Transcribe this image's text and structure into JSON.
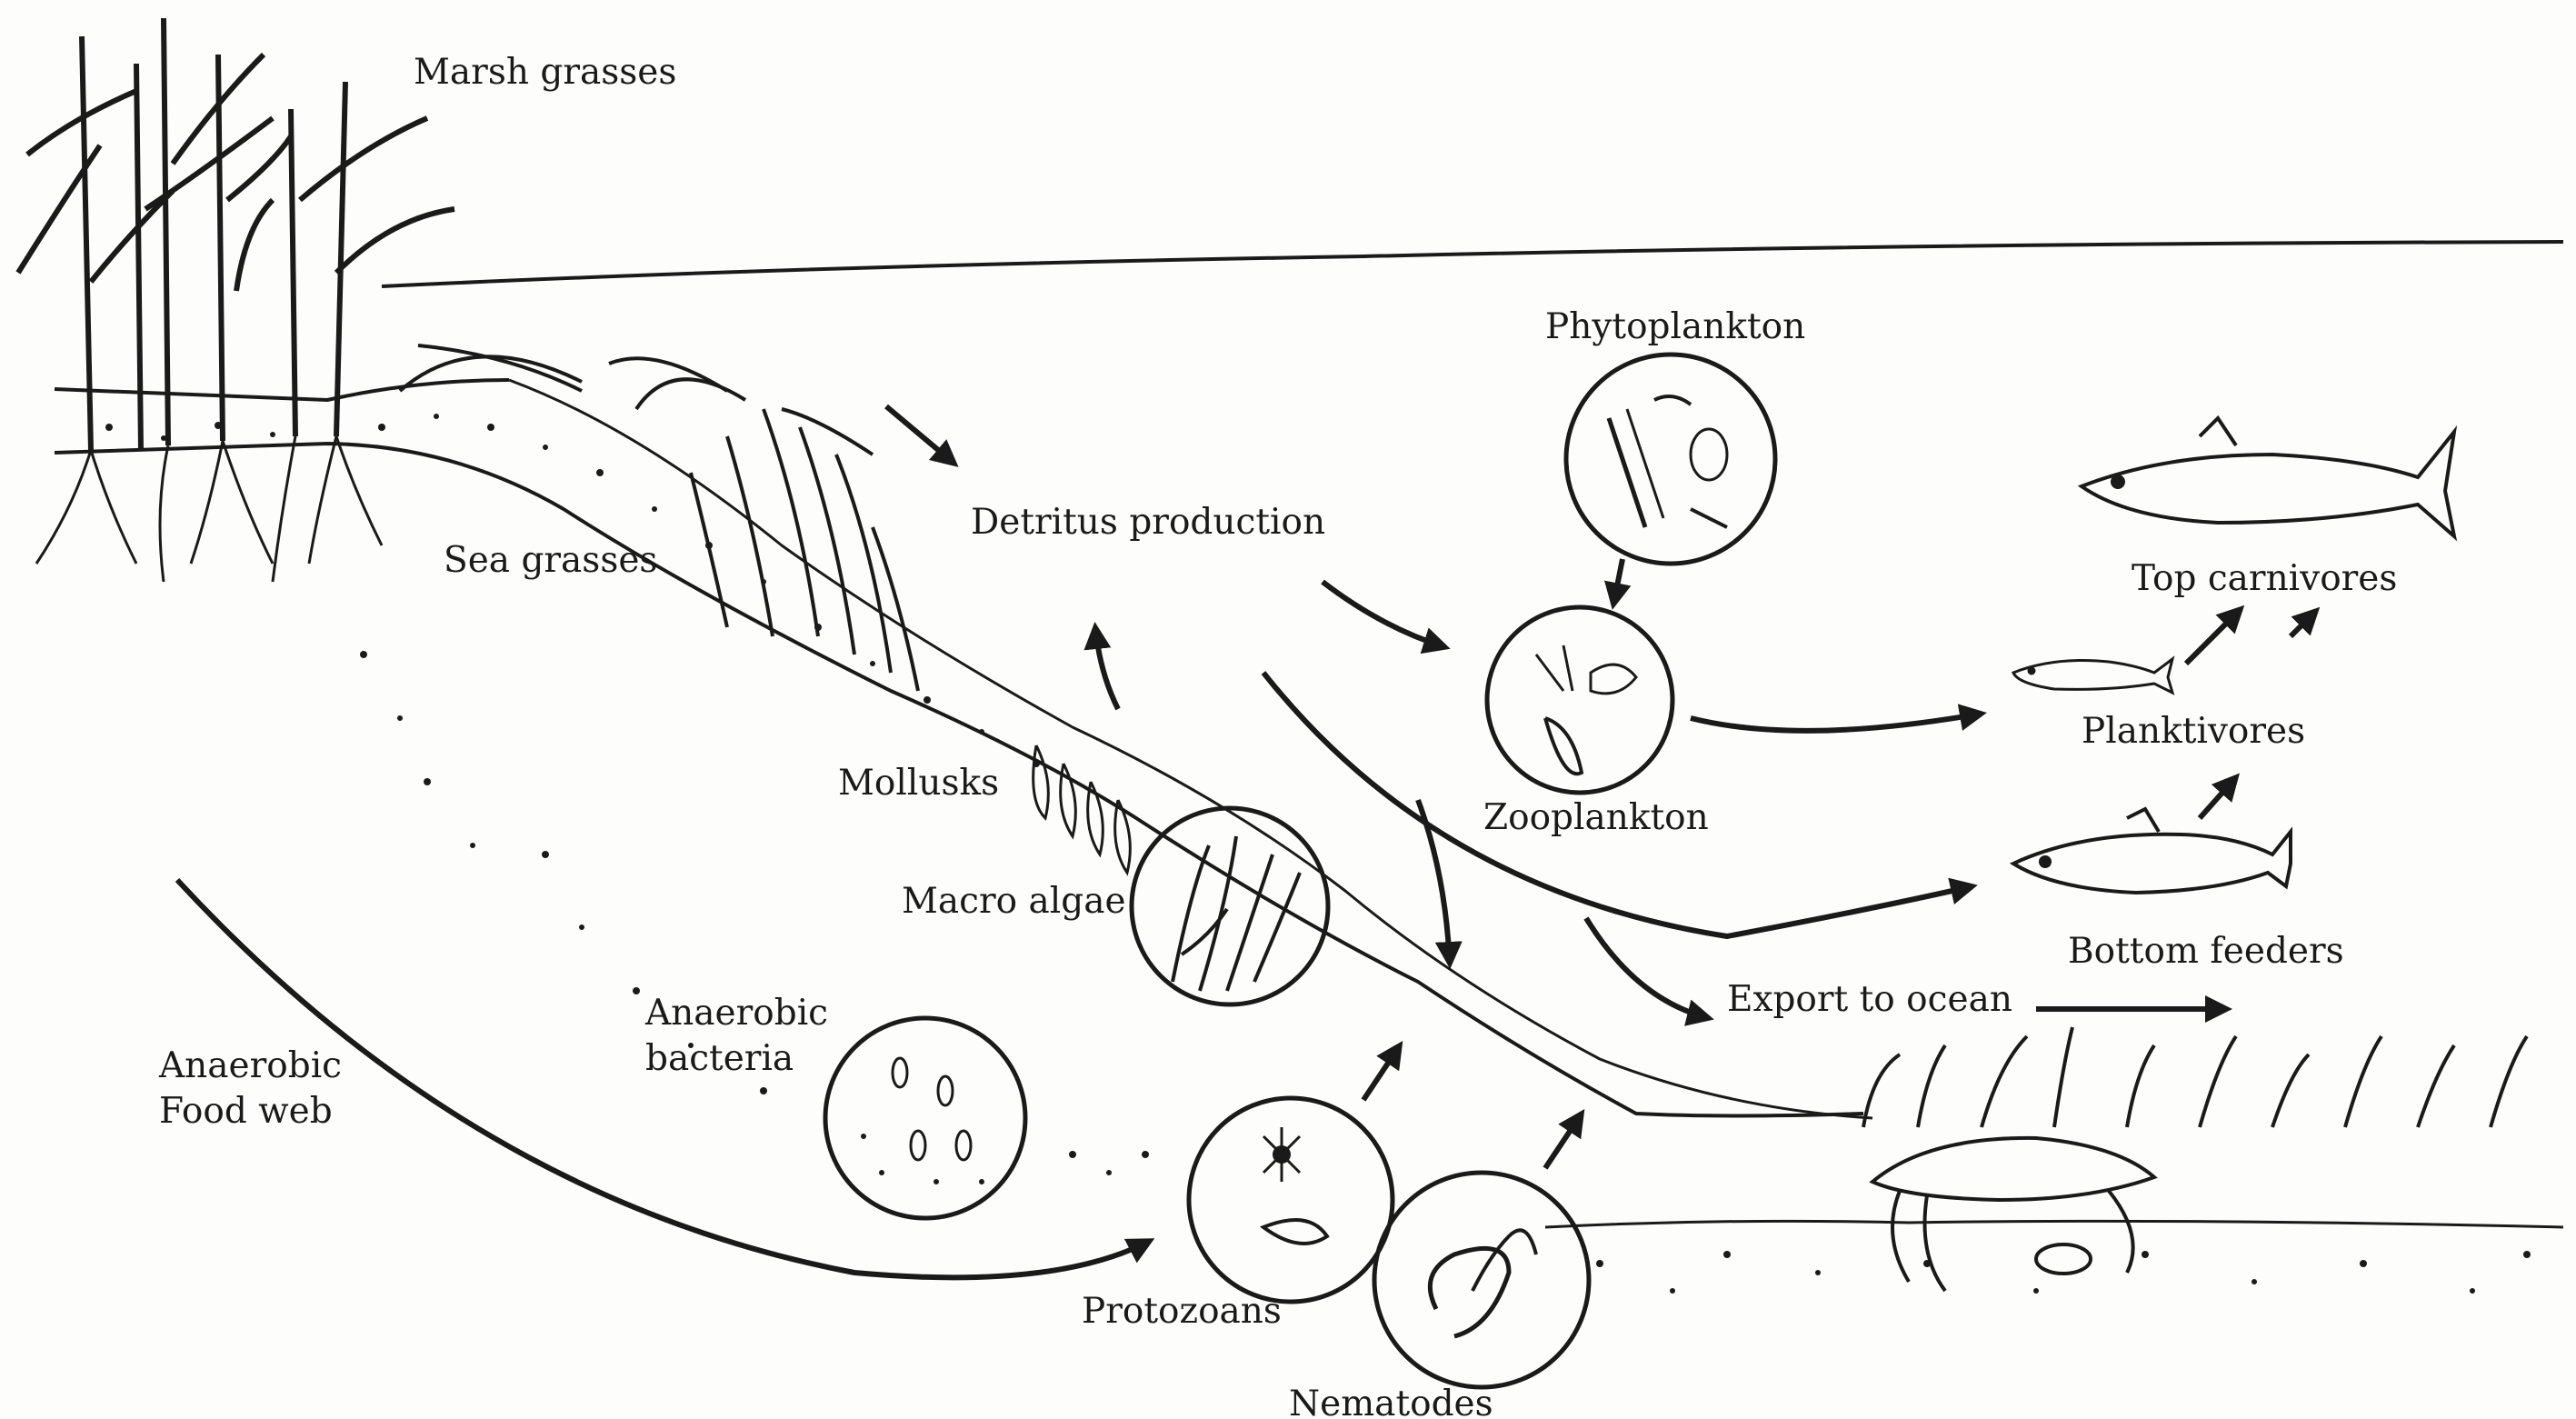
{
  "labels": {
    "marsh_grasses": "Marsh grasses",
    "sea_grasses": "Sea grasses",
    "detritus_production": "Detritus production",
    "phytoplankton": "Phytoplankton",
    "zooplankton": "Zooplankton",
    "top_carnivores": "Top carnivores",
    "planktivores": "Planktivores",
    "bottom_feeders": "Bottom feeders",
    "export_to_ocean": "Export to ocean",
    "mollusks": "Mollusks",
    "macro_algae": "Macro algae",
    "anaerobic_bacteria_line1": "Anaerobic",
    "anaerobic_bacteria_line2": "bacteria",
    "anaerobic_food_web_line1": "Anaerobic",
    "anaerobic_food_web_line2": "Food web",
    "protozoans": "Protozoans",
    "nematodes": "Nematodes"
  },
  "colors": {
    "ink": "#1a1a1a",
    "paper": "#fdfdfb"
  }
}
